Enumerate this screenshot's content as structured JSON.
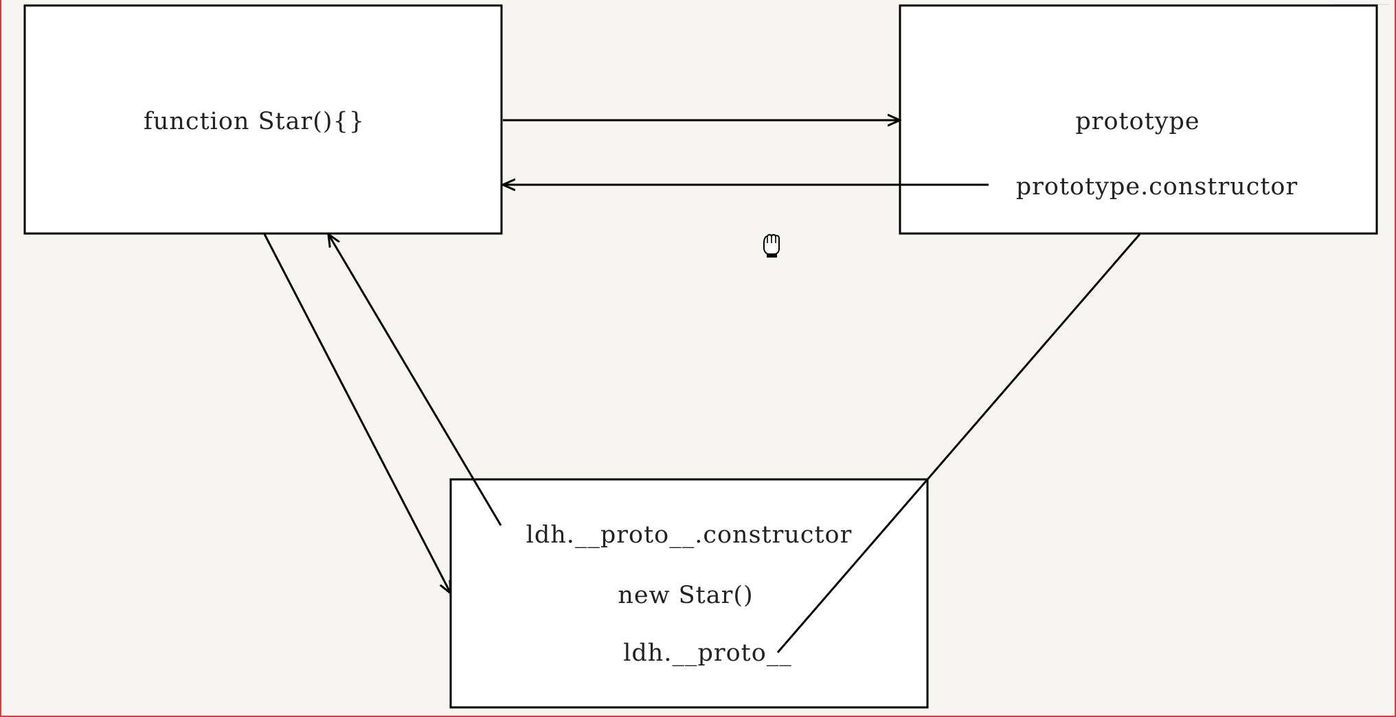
{
  "nodes": {
    "constructor_fn": {
      "label": "function Star(){}"
    },
    "prototype_obj": {
      "title": "prototype",
      "constructor_ref": "prototype.constructor"
    },
    "instance": {
      "proto_constructor": "ldh.__proto__.constructor",
      "creation": "new Star()",
      "proto_ref": "ldh.__proto__"
    }
  },
  "edges": [
    {
      "from": "constructor_fn",
      "to": "prototype_obj",
      "arrow": true
    },
    {
      "from": "prototype_obj.constructor_ref",
      "to": "constructor_fn",
      "arrow": true
    },
    {
      "from": "constructor_fn",
      "to": "instance",
      "arrow": true
    },
    {
      "from": "instance.proto_constructor",
      "to": "constructor_fn",
      "arrow": true
    },
    {
      "from": "prototype_obj",
      "to": "instance.proto_ref",
      "arrow": false
    }
  ],
  "colors": {
    "background": "#f6f5f1",
    "stroke": "#000000",
    "frame": "#e23a3a"
  },
  "icons": {
    "cursor": "grab-hand-icon"
  }
}
